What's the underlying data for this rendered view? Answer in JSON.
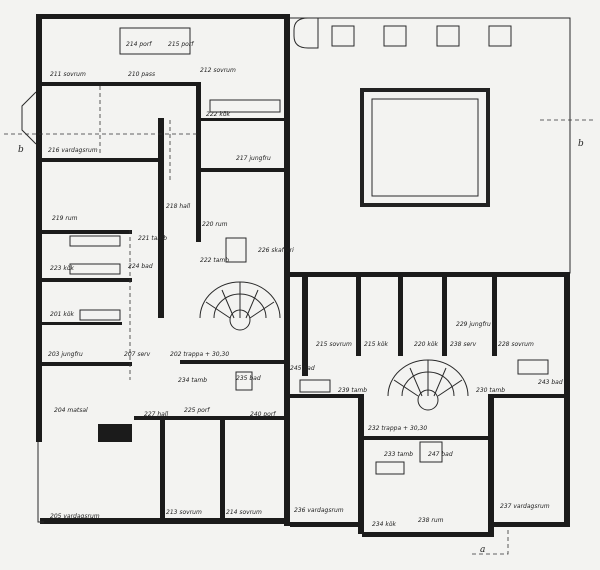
{
  "rooms": [
    {
      "id": "r211",
      "text": "211 sovrum"
    },
    {
      "id": "r212",
      "text": "212 sovrum"
    },
    {
      "id": "r210",
      "text": "210 pass"
    },
    {
      "id": "r214",
      "text": "214 porf"
    },
    {
      "id": "r215",
      "text": "215 porf"
    },
    {
      "id": "r222",
      "text": "222 kök"
    },
    {
      "id": "r216",
      "text": "216 vardagsrum"
    },
    {
      "id": "r217",
      "text": "217 jungfru"
    },
    {
      "id": "r218",
      "text": "218 hall"
    },
    {
      "id": "r219",
      "text": "219 rum"
    },
    {
      "id": "r221",
      "text": "221 tamb"
    },
    {
      "id": "r220",
      "text": "220 rum"
    },
    {
      "id": "r223",
      "text": "223 kök"
    },
    {
      "id": "r224",
      "text": "224 bad"
    },
    {
      "id": "r226",
      "text": "226 skafferi"
    },
    {
      "id": "r222b",
      "text": "222 tamb"
    },
    {
      "id": "r201",
      "text": "201 kök"
    },
    {
      "id": "r203",
      "text": "203 jungfru"
    },
    {
      "id": "r202",
      "text": "202 trappa + 30,30"
    },
    {
      "id": "r207",
      "text": "207 serv"
    },
    {
      "id": "r204",
      "text": "204 matsal"
    },
    {
      "id": "r234",
      "text": "234 tamb"
    },
    {
      "id": "r235",
      "text": "235 bad"
    },
    {
      "id": "r227",
      "text": "227 hall"
    },
    {
      "id": "r225",
      "text": "225 porf"
    },
    {
      "id": "r240",
      "text": "240 porf"
    },
    {
      "id": "r205",
      "text": "205 vardagsrum"
    },
    {
      "id": "r213",
      "text": "213 sovrum"
    },
    {
      "id": "r2142",
      "text": "214 sovrum"
    },
    {
      "id": "r215s",
      "text": "215 sovrum"
    },
    {
      "id": "r215k",
      "text": "215 kök"
    },
    {
      "id": "r220k",
      "text": "220 kök"
    },
    {
      "id": "r229j",
      "text": "229 jungfru"
    },
    {
      "id": "r228s",
      "text": "228 sovrum"
    },
    {
      "id": "r238s",
      "text": "238 serv"
    },
    {
      "id": "r245",
      "text": "245 bad"
    },
    {
      "id": "r239",
      "text": "239 tamb"
    },
    {
      "id": "r230",
      "text": "230 tamb"
    },
    {
      "id": "r243",
      "text": "243 bad"
    },
    {
      "id": "r232",
      "text": "232 trappa + 30,30"
    },
    {
      "id": "r236",
      "text": "236 vardagsrum"
    },
    {
      "id": "r237",
      "text": "237 vardagsrum"
    },
    {
      "id": "r233",
      "text": "233 tamb"
    },
    {
      "id": "r247",
      "text": "247 bad"
    },
    {
      "id": "r234k",
      "text": "234 kök"
    },
    {
      "id": "r238r",
      "text": "238 rum"
    }
  ],
  "section_marks": {
    "top_left": "b",
    "top_right": "b",
    "bottom": "a"
  }
}
